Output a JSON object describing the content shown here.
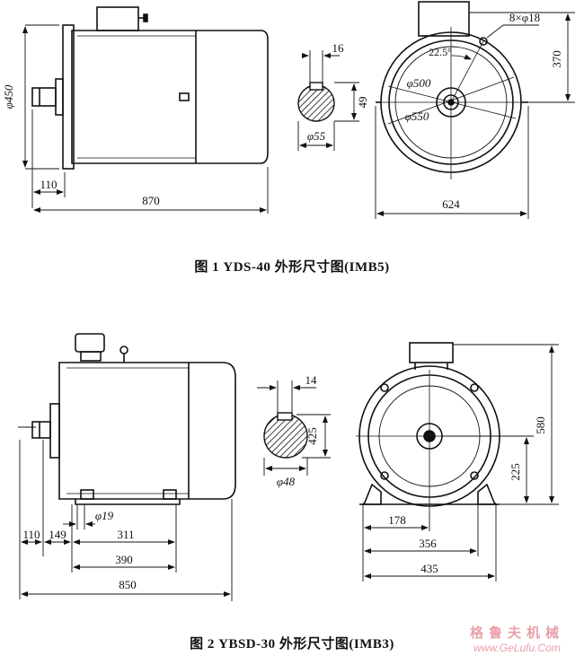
{
  "figure1": {
    "caption": "图 1   YDS-40 外形尺寸图(IMB5)",
    "dims": {
      "d450": "φ450",
      "l110": "110",
      "l870": "870",
      "k16": "16",
      "k49": "49",
      "d55": "φ55",
      "holes": "8×φ18",
      "angle": "22.5°",
      "d500": "φ500",
      "d550": "φ550",
      "h370": "370",
      "w624": "624"
    }
  },
  "figure2": {
    "caption": "图 2   YBSD-30 外形尺寸图(IMB3)",
    "dims": {
      "k14": "14",
      "k425": "425",
      "d48": "φ48",
      "d19": "φ19",
      "l110": "110",
      "l149": "149",
      "l311": "311",
      "l390": "390",
      "l850": "850",
      "h580": "580",
      "h225": "225",
      "w178": "178",
      "w356": "356",
      "w435": "435"
    }
  },
  "watermark": {
    "cn": "格鲁夫机械",
    "url": "www.GeLufu.Com"
  }
}
